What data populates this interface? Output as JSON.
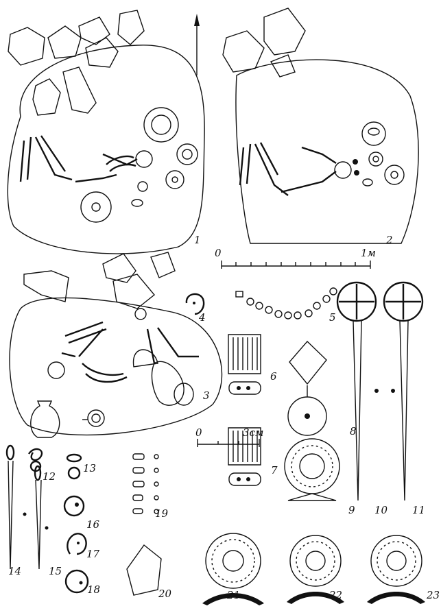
{
  "figure_labels": [
    "1",
    "2",
    "3",
    "4",
    "5",
    "6",
    "7",
    "8",
    "9",
    "10",
    "11",
    "12",
    "13",
    "14",
    "15",
    "16",
    "17",
    "18",
    "19",
    "20",
    "21",
    "22",
    "23"
  ],
  "scale_large": {
    "start": "0",
    "end": "1м"
  },
  "scale_small": {
    "start": "0",
    "end": "3см"
  },
  "north_arrow": "north-arrow",
  "ink_color": "#111111",
  "paper_color": "#ffffff"
}
